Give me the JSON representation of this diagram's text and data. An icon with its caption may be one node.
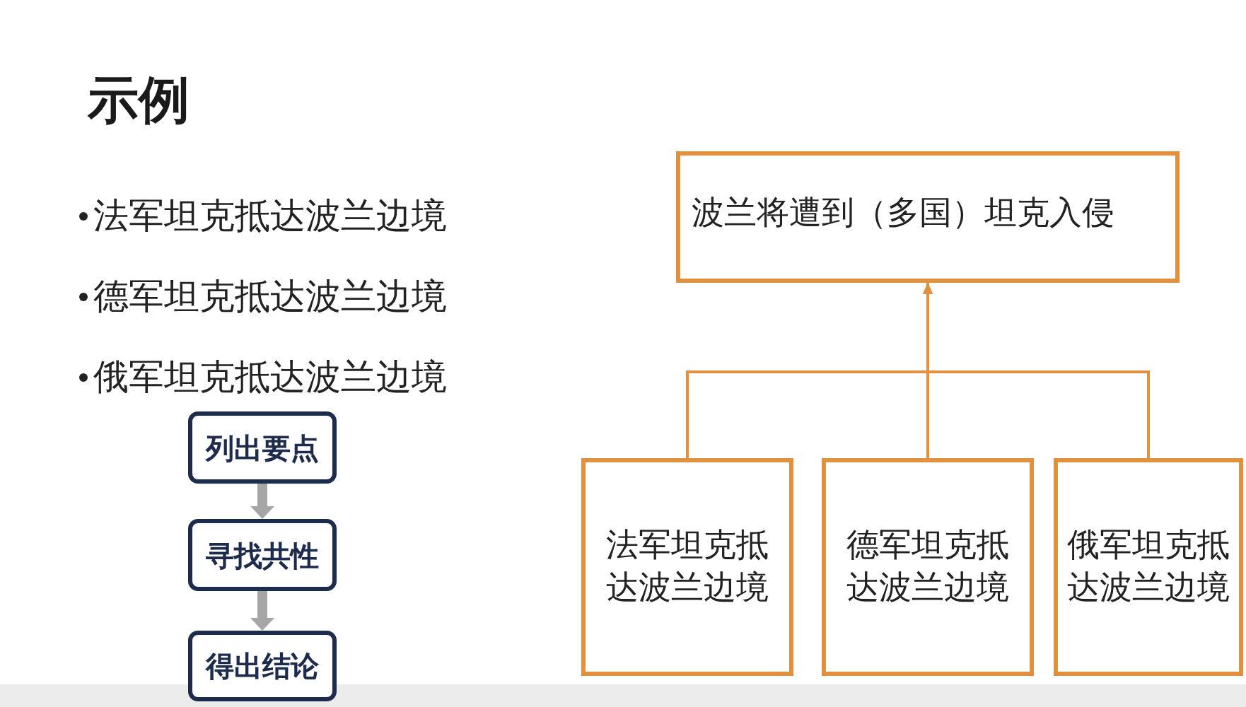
{
  "diagram": {
    "title": "示例",
    "nodes": [
      {
        "text": [
          "列出要点"
        ]
      },
      {
        "text": [
          "寻找共性"
        ]
      },
      {
        "text": [
          "得出结论"
        ]
      },
      {
        "text": [
          "波兰将遭到（多国）坦克入侵"
        ]
      },
      {
        "text": [
          "法军坦克抵达波兰边境"
        ]
      },
      {
        "text": [
          "德军坦克抵达波兰边境"
        ]
      },
      {
        "text": [
          "俄军坦克抵达波兰边境"
        ]
      }
    ],
    "edges": [
      {
        "from": 0,
        "to": 1,
        "arrow": "to",
        "style": "thick",
        "color": "#a6a6a6"
      },
      {
        "from": 1,
        "to": 2,
        "arrow": "to",
        "style": "thick",
        "color": "#a6a6a6"
      },
      {
        "from": 4,
        "to": 3,
        "arrow": "to"
      },
      {
        "from": 5,
        "to": 3,
        "arrow": "to"
      },
      {
        "from": 6,
        "to": 3,
        "arrow": "to"
      }
    ],
    "labels": [
      "法军坦克抵达波兰边境",
      "德军坦克抵达波兰边境",
      "俄军坦克抵达波兰边境"
    ]
  }
}
